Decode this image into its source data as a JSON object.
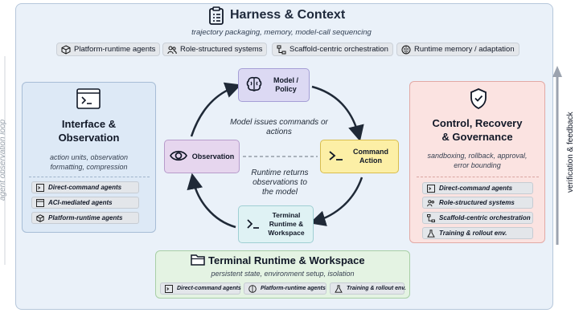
{
  "header": {
    "title": "Harness & Context",
    "subtitle": "trajectory packaging, memory, model-call sequencing",
    "chips": [
      {
        "label": "Platform-runtime agents",
        "icon": "cube-icon"
      },
      {
        "label": "Role-structured systems",
        "icon": "people-icon"
      },
      {
        "label": "Scaffold-centric orchestration",
        "icon": "hierarchy-icon"
      },
      {
        "label": "Runtime memory / adaptation",
        "icon": "brain-icon"
      }
    ]
  },
  "left_panel": {
    "title": "Interface &\nObservation",
    "description": "action units, observation formatting, compression",
    "items": [
      {
        "label": "Direct-command agents",
        "icon": "terminal-icon"
      },
      {
        "label": "ACI-mediated agents",
        "icon": "window-icon"
      },
      {
        "label": "Platform-runtime agents",
        "icon": "cube-icon"
      }
    ]
  },
  "right_panel": {
    "title": "Control, Recovery\n& Governance",
    "description": "sandboxing, rollback, approval, error bounding",
    "items": [
      {
        "label": "Direct-command agents",
        "icon": "terminal-icon"
      },
      {
        "label": "Role-structured systems",
        "icon": "people-icon"
      },
      {
        "label": "Scaffold-centric orchestration",
        "icon": "hierarchy-icon"
      },
      {
        "label": "Training & rollout env.",
        "icon": "flask-icon"
      }
    ]
  },
  "bottom_panel": {
    "title": "Terminal Runtime & Workspace",
    "description": "persistent state, environment setup, isolation",
    "items": [
      {
        "label": "Direct-command agents",
        "icon": "terminal-icon"
      },
      {
        "label": "Platform-runtime agents",
        "icon": "brain-icon"
      },
      {
        "label": "Training & rollout env.",
        "icon": "flask-icon"
      }
    ]
  },
  "loop": {
    "model": "Model /\nPolicy",
    "observation": "Observation",
    "command": "Command\nAction",
    "terminal": "Terminal\nRuntime &\nWorkspace",
    "caption_top": "Model issues commands or\nactions",
    "caption_bottom": "Runtime returns\nobservations to\nthe model"
  },
  "side": {
    "right_label": "verification & feedback",
    "left_label": "agent observation loop"
  },
  "colors": {
    "frame": "#eaf1f9",
    "left_panel": "#dde9f6",
    "right_panel": "#fbe3e1",
    "bottom_panel": "#e4f3e3",
    "model_node": "#dcd9f3",
    "observation_node": "#e6d6ee",
    "command_node": "#fcefa6",
    "terminal_node": "#dff2f4",
    "arrow": "#1f2937"
  }
}
